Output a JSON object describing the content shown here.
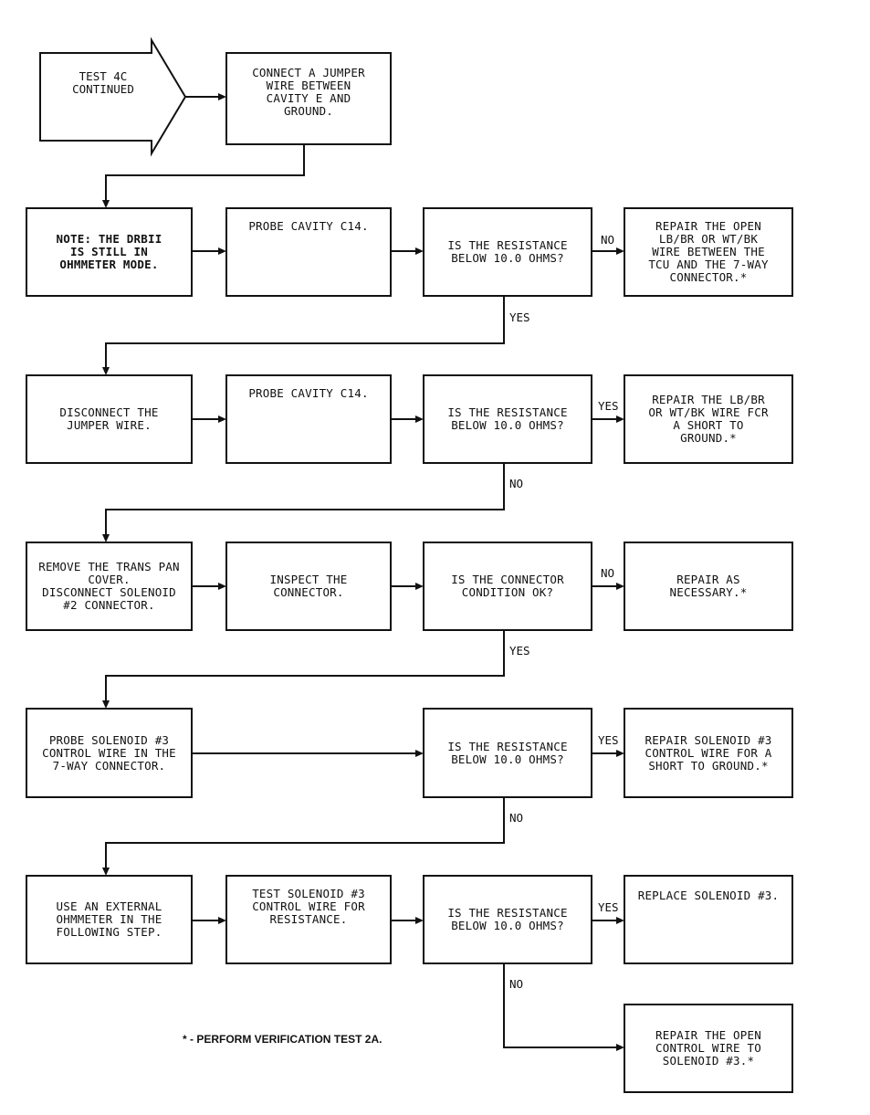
{
  "start": "TEST 4C\nCONTINUED",
  "nodes": {
    "jumper_connect": "CONNECT A JUMPER\nWIRE BETWEEN\nCAVITY E AND\nGROUND.",
    "note_drbii": "NOTE:  THE DRBII\nIS STILL IN\nOHMMETER MODE.",
    "probe_c14_1": "PROBE CAVITY C14.",
    "resistance_q1": "IS THE RESISTANCE\nBELOW 10.0 OHMS?",
    "repair_open_lb": "REPAIR THE OPEN\nLB/BR OR WT/BK\nWIRE BETWEEN THE\nTCU AND THE 7-WAY\nCONNECTOR.*",
    "disconnect_jumper": "DISCONNECT THE\nJUMPER WIRE.",
    "probe_c14_2": "PROBE CAVITY C14.",
    "resistance_q2": "IS THE RESISTANCE\nBELOW 10.0 OHMS?",
    "repair_short_lb": "REPAIR THE LB/BR\nOR WT/BK WIRE FCR\nA SHORT TO\nGROUND.*",
    "remove_pan": "REMOVE THE TRANS PAN\nCOVER.\nDISCONNECT SOLENOID\n#2 CONNECTOR.",
    "inspect_connector": "INSPECT THE\nCONNECTOR.",
    "connector_q": "IS THE CONNECTOR\nCONDITION OK?",
    "repair_as_necessary": "REPAIR AS\nNECESSARY.*",
    "probe_solenoid3": "PROBE SOLENOID #3\nCONTROL WIRE IN THE\n7-WAY CONNECTOR.",
    "resistance_q3": "IS THE RESISTANCE\nBELOW 10.0 OHMS?",
    "repair_sol3_short": "REPAIR SOLENOID #3\nCONTROL WIRE FOR A\nSHORT TO GROUND.*",
    "external_ohmmeter": "USE AN EXTERNAL\nOHMMETER IN THE\nFOLLOWING STEP.",
    "test_sol3_wire": "TEST SOLENOID #3\nCONTROL WIRE FOR\nRESISTANCE.",
    "resistance_q4": "IS THE RESISTANCE\nBELOW 10.0 OHMS?",
    "replace_sol3": "REPLACE SOLENOID #3.",
    "repair_open_sol3": "REPAIR THE OPEN\nCONTROL WIRE TO\nSOLENOID #3.*"
  },
  "labels": {
    "q1_no": "NO",
    "q1_yes": "YES",
    "q2_yes": "YES",
    "q2_no": "NO",
    "cq_no": "NO",
    "cq_yes": "YES",
    "q3_yes": "YES",
    "q3_no": "NO",
    "q4_yes": "YES",
    "q4_no": "NO"
  },
  "footnote": "* - PERFORM VERIFICATION TEST 2A."
}
